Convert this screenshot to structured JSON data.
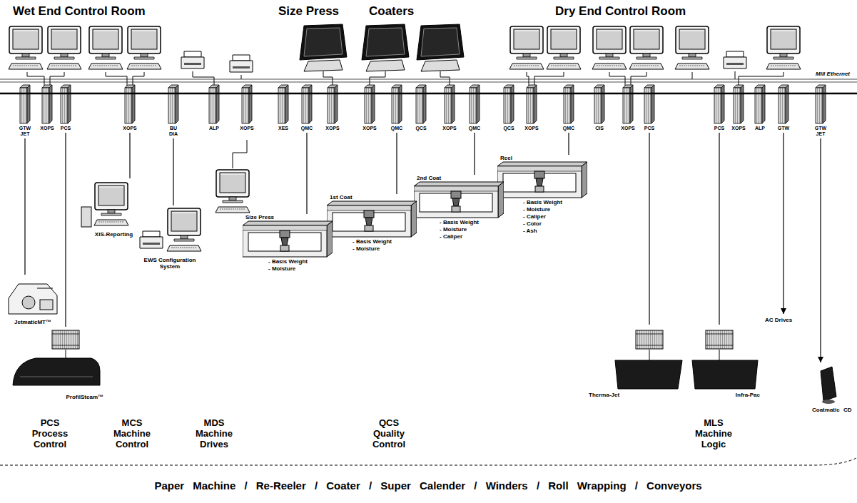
{
  "diagram": {
    "nodes": [
      {
        "text": [
          "GTW JET"
        ]
      },
      {
        "text": [
          "XOPS"
        ]
      },
      {
        "text": [
          "PCS"
        ]
      },
      {
        "text": [
          "XOPS"
        ]
      },
      {
        "text": [
          "BU DIA"
        ]
      },
      {
        "text": [
          "ALP"
        ]
      },
      {
        "text": [
          "XOPS"
        ]
      },
      {
        "text": [
          "XES"
        ]
      },
      {
        "text": [
          "QMC"
        ]
      },
      {
        "text": [
          "XOPS"
        ]
      },
      {
        "text": [
          "XOPS"
        ]
      },
      {
        "text": [
          "QMC"
        ]
      },
      {
        "text": [
          "QCS"
        ]
      },
      {
        "text": [
          "XOPS"
        ]
      },
      {
        "text": [
          "QMC"
        ]
      },
      {
        "text": [
          "QCS"
        ]
      },
      {
        "text": [
          "XOPS"
        ]
      },
      {
        "text": [
          "QMC"
        ]
      },
      {
        "text": [
          "CIS"
        ]
      },
      {
        "text": [
          "XOPS"
        ]
      },
      {
        "text": [
          "PCS"
        ]
      },
      {
        "text": [
          "PCS"
        ]
      },
      {
        "text": [
          "XOPS"
        ]
      },
      {
        "text": [
          "ALP"
        ]
      },
      {
        "text": [
          "GTW"
        ]
      },
      {
        "text": [
          "GTW JET"
        ]
      },
      {
        "text": [
          "JetmaticMT™"
        ]
      },
      {
        "text": [
          "ProfilSteam™"
        ]
      },
      {
        "text": [
          "XIS-Reporting"
        ]
      },
      {
        "text": [
          "EWS Configuration System"
        ]
      },
      {
        "text": [
          "Size Press",
          "- Basis Weight",
          "- Moisture"
        ]
      },
      {
        "text": [
          "1st Coat",
          "- Basis Weight",
          "- Moisture"
        ]
      },
      {
        "text": [
          "2nd Coat",
          "- Basis Weight",
          "- Moisture",
          "- Caliper"
        ]
      },
      {
        "text": [
          "Reel",
          "- Basis Weight",
          "- Moisture",
          "- Caliper",
          "- Color",
          "- Ash"
        ]
      },
      {
        "text": [
          "Therma-Jet"
        ]
      },
      {
        "text": [
          "Infra-Pac"
        ]
      },
      {
        "text": [
          "AC Drives"
        ]
      },
      {
        "text": [
          "Coatmatic",
          "CD"
        ]
      }
    ],
    "edges": [
      {
        "from": 0,
        "to": 26,
        "arrow": "none"
      },
      {
        "from": 2,
        "to": 27,
        "arrow": "none"
      },
      {
        "from": 3,
        "to": 28,
        "arrow": "none"
      },
      {
        "from": 4,
        "to": 29,
        "arrow": "none"
      },
      {
        "from": 8,
        "to": 30,
        "arrow": "none"
      },
      {
        "from": 11,
        "to": 31,
        "arrow": "none"
      },
      {
        "from": 14,
        "to": 32,
        "arrow": "none"
      },
      {
        "from": 17,
        "to": 33,
        "arrow": "none"
      },
      {
        "from": 20,
        "to": 34,
        "arrow": "none"
      },
      {
        "from": 21,
        "to": 35,
        "arrow": "none"
      },
      {
        "from": 24,
        "to": 36,
        "arrow": "to"
      },
      {
        "from": 25,
        "to": 37,
        "arrow": "to"
      }
    ],
    "labels": [
      "Wet End Control Room",
      "Size Press",
      "Coaters",
      "Dry End Control Room",
      "Mill Ethernet",
      "PCS Process Control",
      "MCS Machine Control",
      "MDS Machine Drives",
      "QCS Quality Control",
      "MLS Machine Logic",
      "Paper Machine / Re-Reeler / Coater / Super Calender / Winders / Roll Wrapping / Conveyors"
    ]
  }
}
